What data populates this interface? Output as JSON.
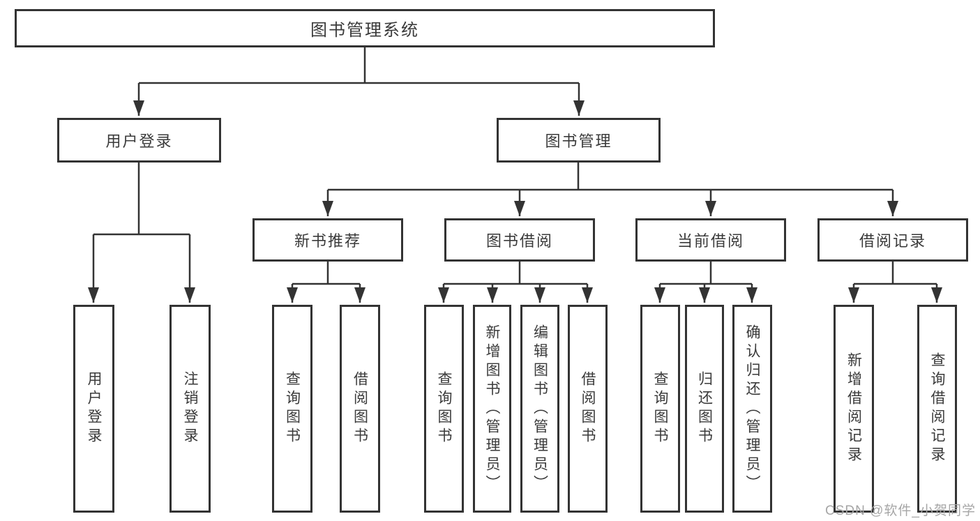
{
  "diagram": {
    "nodes": {
      "root": {
        "label": "图书管理系统"
      },
      "user_login": {
        "label": "用户登录"
      },
      "book_mgmt": {
        "label": "图书管理"
      },
      "new_rec": {
        "label": "新书推荐"
      },
      "book_borrow": {
        "label": "图书借阅"
      },
      "cur_borrow": {
        "label": "当前借阅"
      },
      "borrow_rec": {
        "label": "借阅记录"
      },
      "login_leaf": {
        "label": "用户登录"
      },
      "logout_leaf": {
        "label": "注销登录"
      },
      "rec_query": {
        "label": "查询图书"
      },
      "rec_borrow": {
        "label": "借阅图书"
      },
      "bb_query": {
        "label": "查询图书"
      },
      "bb_add": {
        "label": "新增图书（管理员）"
      },
      "bb_edit": {
        "label": "编辑图书（管理员）"
      },
      "bb_borrow": {
        "label": "借阅图书"
      },
      "cb_query": {
        "label": "查询图书"
      },
      "cb_return": {
        "label": "归还图书"
      },
      "cb_confirm": {
        "label": "确认归还（管理员）"
      },
      "br_add": {
        "label": "新增借阅记录"
      },
      "br_query": {
        "label": "查询借阅记录"
      }
    },
    "tree": {
      "图书管理系统": {
        "用户登录": [
          "用户登录",
          "注销登录"
        ],
        "图书管理": {
          "新书推荐": [
            "查询图书",
            "借阅图书"
          ],
          "图书借阅": [
            "查询图书",
            "新增图书（管理员）",
            "编辑图书（管理员）",
            "借阅图书"
          ],
          "当前借阅": [
            "查询图书",
            "归还图书",
            "确认归还（管理员）"
          ],
          "借阅记录": [
            "新增借阅记录",
            "查询借阅记录"
          ]
        }
      }
    },
    "colors": {
      "line": "#333333",
      "border": "#333333",
      "text": "#3a3a3a",
      "background": "#ffffff",
      "watermark_text": "#a6a6a6"
    }
  },
  "watermark": "CSDN @软件_小贺同学"
}
